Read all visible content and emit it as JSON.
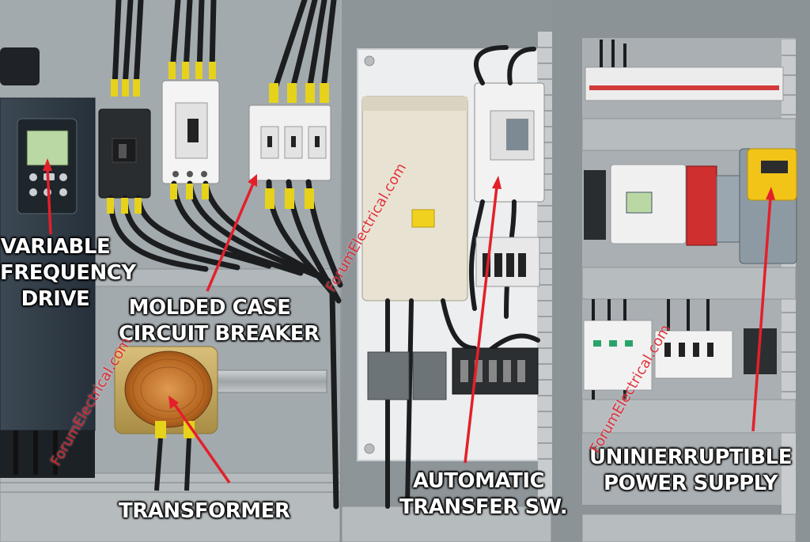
{
  "labels": {
    "vfd": [
      "VARIABLE",
      "FREQUENCY",
      "DRIVE"
    ],
    "mccb": [
      "MOLDED CASE",
      "CIRCUIT BREAKER"
    ],
    "transformer": [
      "TRANSFORMER"
    ],
    "ats": [
      "AUTOMATIC",
      "TRANSFER SW."
    ],
    "ups": [
      "UNINIERRUPTIBLE",
      "POWER SUPPLY"
    ]
  },
  "watermark": "ForumElectrical.com",
  "colors": {
    "panel": "#9aa1a5",
    "backplate": "#e9ebec",
    "arrow": "#e3202a",
    "watermark": "#e0202a",
    "ups_yellow": "#f2c418",
    "vfd_body": "#2f3a44",
    "copper": "#c97a2f"
  }
}
